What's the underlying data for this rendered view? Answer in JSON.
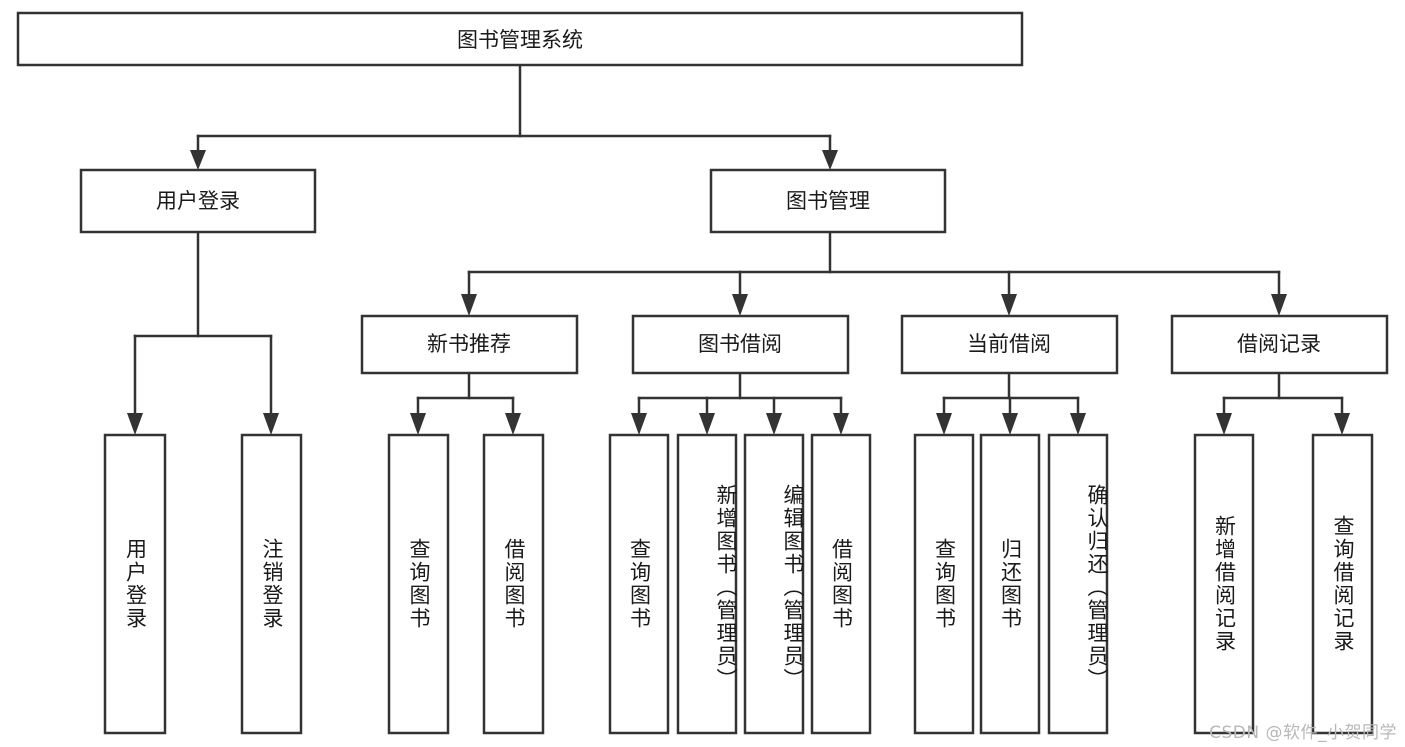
{
  "diagram": {
    "type": "tree",
    "title": "图书管理系统",
    "watermark": "CSDN @软件_小贺同学",
    "colors": {
      "box_stroke": "#333333",
      "box_fill": "#ffffff",
      "text": "#1a1a1a",
      "watermark": "#b8b8b8",
      "background": "#ffffff"
    },
    "levels": {
      "root": {
        "label": "图书管理系统"
      },
      "level1": [
        {
          "label": "用户登录"
        },
        {
          "label": "图书管理"
        }
      ],
      "level2": [
        {
          "label": "新书推荐"
        },
        {
          "label": "图书借阅"
        },
        {
          "label": "当前借阅"
        },
        {
          "label": "借阅记录"
        }
      ],
      "leaves": [
        {
          "label": "用户登录",
          "parent": "用户登录"
        },
        {
          "label": "注销登录",
          "parent": "用户登录"
        },
        {
          "label": "查询图书",
          "parent": "新书推荐"
        },
        {
          "label": "借阅图书",
          "parent": "新书推荐"
        },
        {
          "label": "查询图书",
          "parent": "图书借阅"
        },
        {
          "label": "新增图书（管理员）",
          "parent": "图书借阅"
        },
        {
          "label": "编辑图书（管理员）",
          "parent": "图书借阅"
        },
        {
          "label": "借阅图书",
          "parent": "图书借阅"
        },
        {
          "label": "查询图书",
          "parent": "当前借阅"
        },
        {
          "label": "归还图书",
          "parent": "当前借阅"
        },
        {
          "label": "确认归还（管理员）",
          "parent": "当前借阅"
        },
        {
          "label": "新增借阅记录",
          "parent": "借阅记录"
        },
        {
          "label": "查询借阅记录",
          "parent": "借阅记录"
        }
      ]
    }
  }
}
